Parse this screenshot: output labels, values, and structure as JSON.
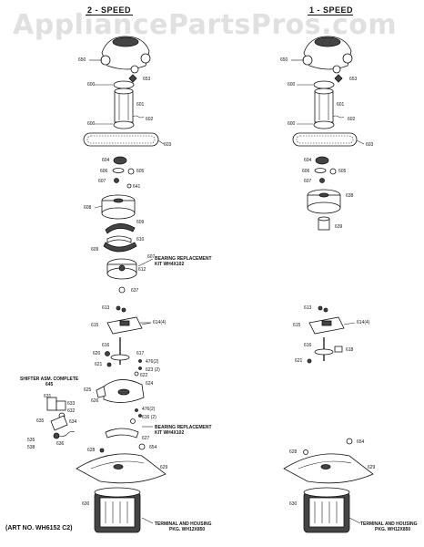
{
  "watermark": "AppliancePartsPros.com",
  "headers": {
    "left": "2 - SPEED",
    "right": "1 - SPEED"
  },
  "art_no": "(ART NO. WH6152 C2)",
  "notes": {
    "bearing1_line1": "BEARING REPLACEMENT",
    "bearing1_line2": "KIT WH4X102",
    "bearing2_line1": "BEARING REPLACEMENT",
    "bearing2_line2": "KIT WH4X102",
    "shifter_line1": "SHIFTER ASM. COMPLETE",
    "shifter_line2": "645",
    "term_left_line1": "TERMINAL AND HOUSING",
    "term_left_line2": "PKG. WH12X850",
    "term_right_line1": "TERMINAL AND HOUSING",
    "term_right_line2": "PKG. WH12X850"
  },
  "labels_left": {
    "l650": "650",
    "l653": "653",
    "l600a": "600",
    "l601": "601",
    "l600b": "600",
    "l602": "602",
    "l603": "603",
    "l604": "604",
    "l606": "606",
    "l605": "605",
    "l607": "607",
    "l641": "641",
    "l608": "608",
    "l609a": "609",
    "l610": "610",
    "l609b": "609",
    "l607b": "607",
    "l612": "612",
    "l637": "637",
    "l613": "613",
    "l615": "615",
    "l614": "614(4)",
    "l616": "616",
    "l620": "620",
    "l617": "617",
    "l621": "621",
    "l476a": "476(2)",
    "l623a": "623 (2)",
    "l622": "622",
    "l624": "624",
    "l625": "625",
    "l626": "626",
    "l476b": "476(2)",
    "l616b": "616 (2)",
    "l631": "631",
    "l632": "632",
    "l633": "633",
    "l634": "634",
    "l635": "635",
    "l636": "636",
    "l535": "535",
    "l538": "538",
    "l628": "628",
    "l627": "627",
    "l654": "654",
    "l629": "629",
    "l630": "630"
  },
  "labels_right": {
    "l650": "650",
    "l653": "653",
    "l600a": "600",
    "l601": "601",
    "l600b": "600",
    "l602": "602",
    "l603": "603",
    "l604": "604",
    "l606": "606",
    "l605": "605",
    "l607": "607",
    "l638": "638",
    "l639": "639",
    "l613": "613",
    "l615": "615",
    "l614": "614(4)",
    "l616": "616",
    "l618": "618",
    "l621": "621",
    "l654": "654",
    "l628": "628",
    "l629": "629",
    "l630": "630"
  }
}
